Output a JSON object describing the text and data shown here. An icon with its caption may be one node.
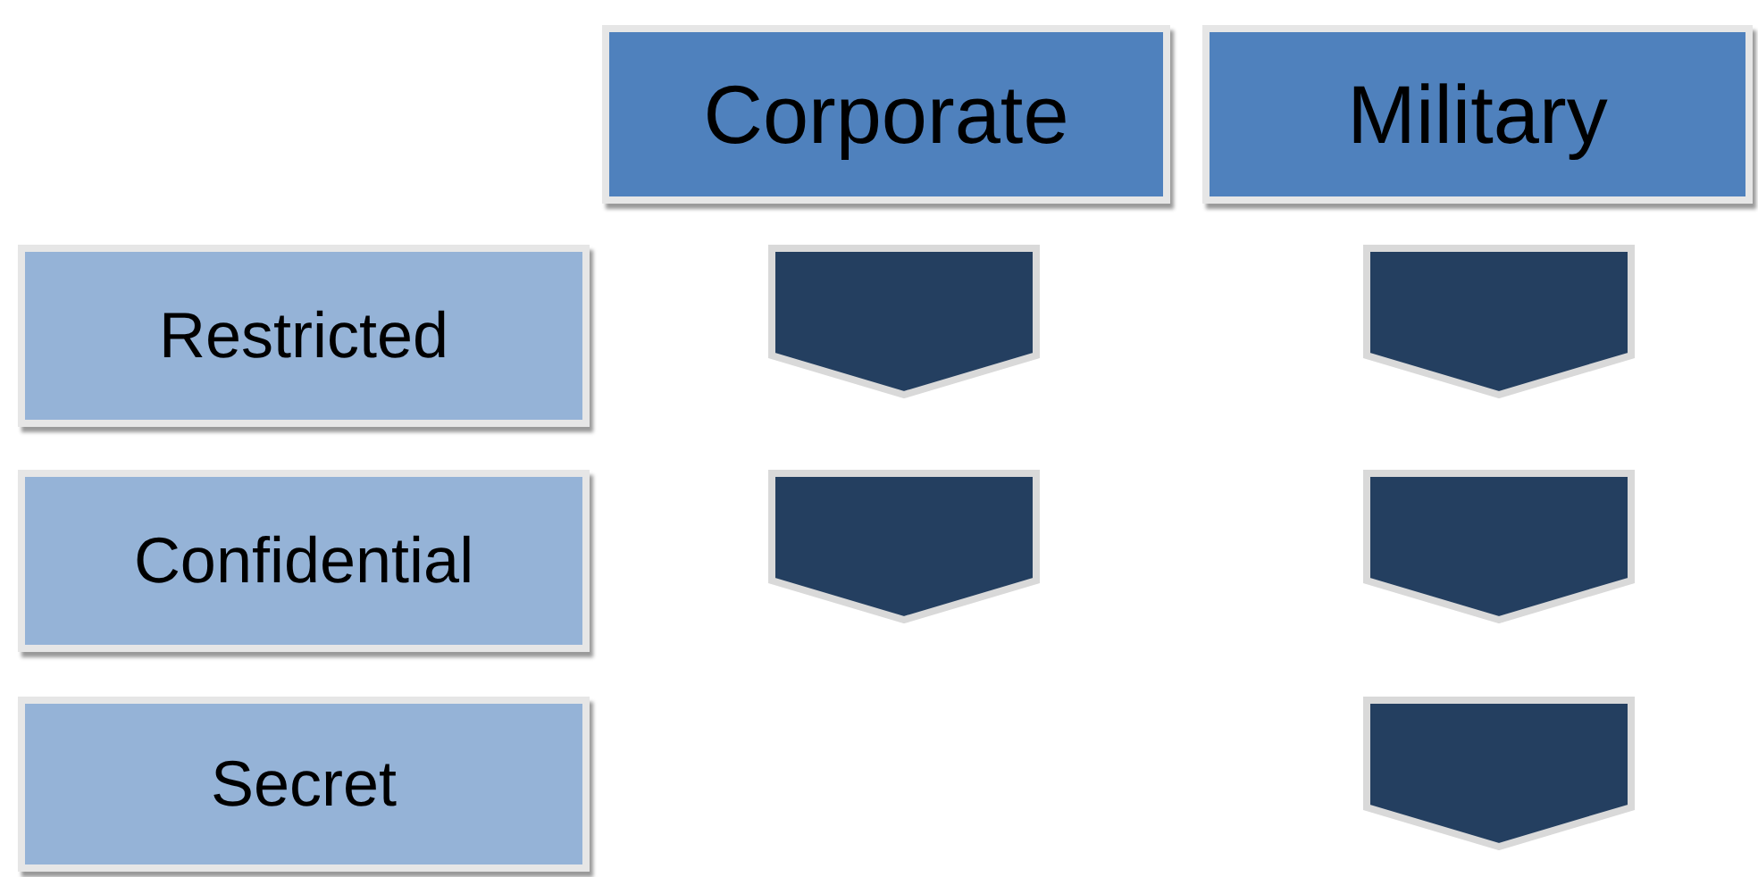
{
  "diagram": {
    "nodes": [
      {
        "text": [
          "Corporate"
        ]
      },
      {
        "text": [
          "Military"
        ]
      },
      {
        "text": [
          "Restricted"
        ]
      },
      {
        "text": [],
        "shape": "chevron"
      },
      {
        "text": [],
        "shape": "chevron"
      },
      {
        "text": [
          "Confidential"
        ]
      },
      {
        "text": [],
        "shape": "chevron"
      },
      {
        "text": [],
        "shape": "chevron"
      },
      {
        "text": [
          "Secret"
        ]
      },
      {
        "text": [],
        "shape": "chevron"
      }
    ]
  }
}
